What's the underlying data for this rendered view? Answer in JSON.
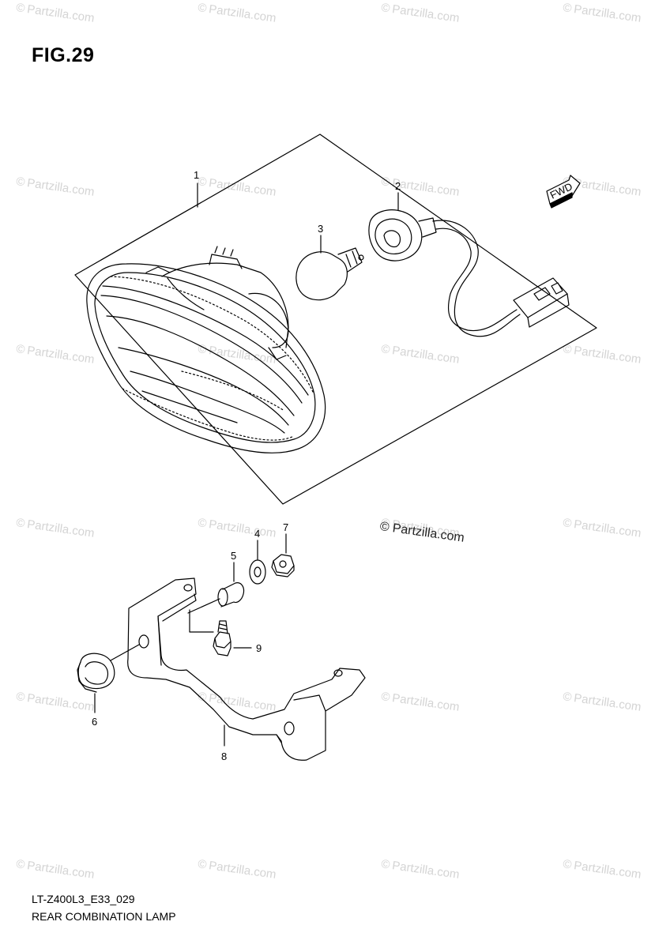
{
  "figure": {
    "title": "FIG.29"
  },
  "watermark": {
    "text": "Partzilla.com",
    "symbol": "©"
  },
  "copyright": {
    "symbol": "©",
    "text": "Partzilla.com"
  },
  "fwd_badge": {
    "text": "FWD"
  },
  "callouts": [
    "1",
    "2",
    "3",
    "4",
    "5",
    "6",
    "7",
    "8",
    "9"
  ],
  "footer": {
    "code": "LT-Z400L3_E33_029",
    "title": "REAR COMBINATION LAMP"
  }
}
